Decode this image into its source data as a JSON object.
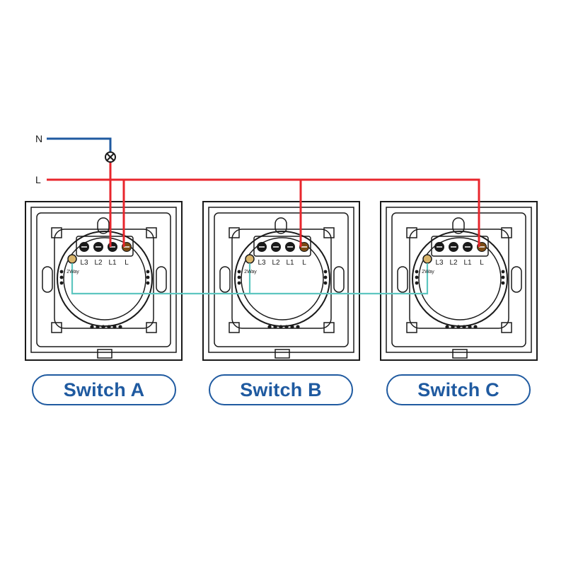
{
  "wires": {
    "neutral_label": "N",
    "live_label": "L",
    "neutral_color": "#1f5aa0",
    "live_color": "#e8262c",
    "twoway_color": "#5ec6c0"
  },
  "terminal_labels": [
    "L3",
    "L2",
    "L1",
    "L"
  ],
  "twoway_label": "2Way",
  "switches": [
    {
      "label": "Switch A"
    },
    {
      "label": "Switch B"
    },
    {
      "label": "Switch C"
    }
  ]
}
